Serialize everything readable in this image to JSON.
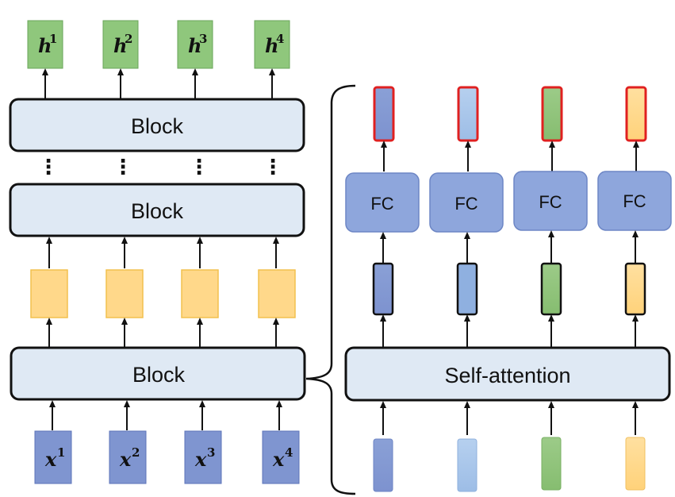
{
  "left_stack": {
    "outputs": [
      {
        "base": "h",
        "sup": "1"
      },
      {
        "base": "h",
        "sup": "2"
      },
      {
        "base": "h",
        "sup": "3"
      },
      {
        "base": "h",
        "sup": "4"
      }
    ],
    "inputs": [
      {
        "base": "x",
        "sup": "1"
      },
      {
        "base": "x",
        "sup": "2"
      },
      {
        "base": "x",
        "sup": "3"
      },
      {
        "base": "x",
        "sup": "4"
      }
    ],
    "block_labels": [
      "Block",
      "Block",
      "Block"
    ],
    "ellipsis": "⋮"
  },
  "block_detail": {
    "attention_label": "Self-attention",
    "fc_labels": [
      "FC",
      "FC",
      "FC",
      "FC"
    ]
  },
  "colors": {
    "output_green": "#8fc77c",
    "yellow": "#ffd88a",
    "input_blue": "#7f95d0",
    "block_fill": "#dfe9f4",
    "fc_fill": "#8ea6dc",
    "red_border": "#e02020",
    "light_blue": "#a9c6ea",
    "green": "#93c47d",
    "blue_vec": "#8aa0d6"
  }
}
